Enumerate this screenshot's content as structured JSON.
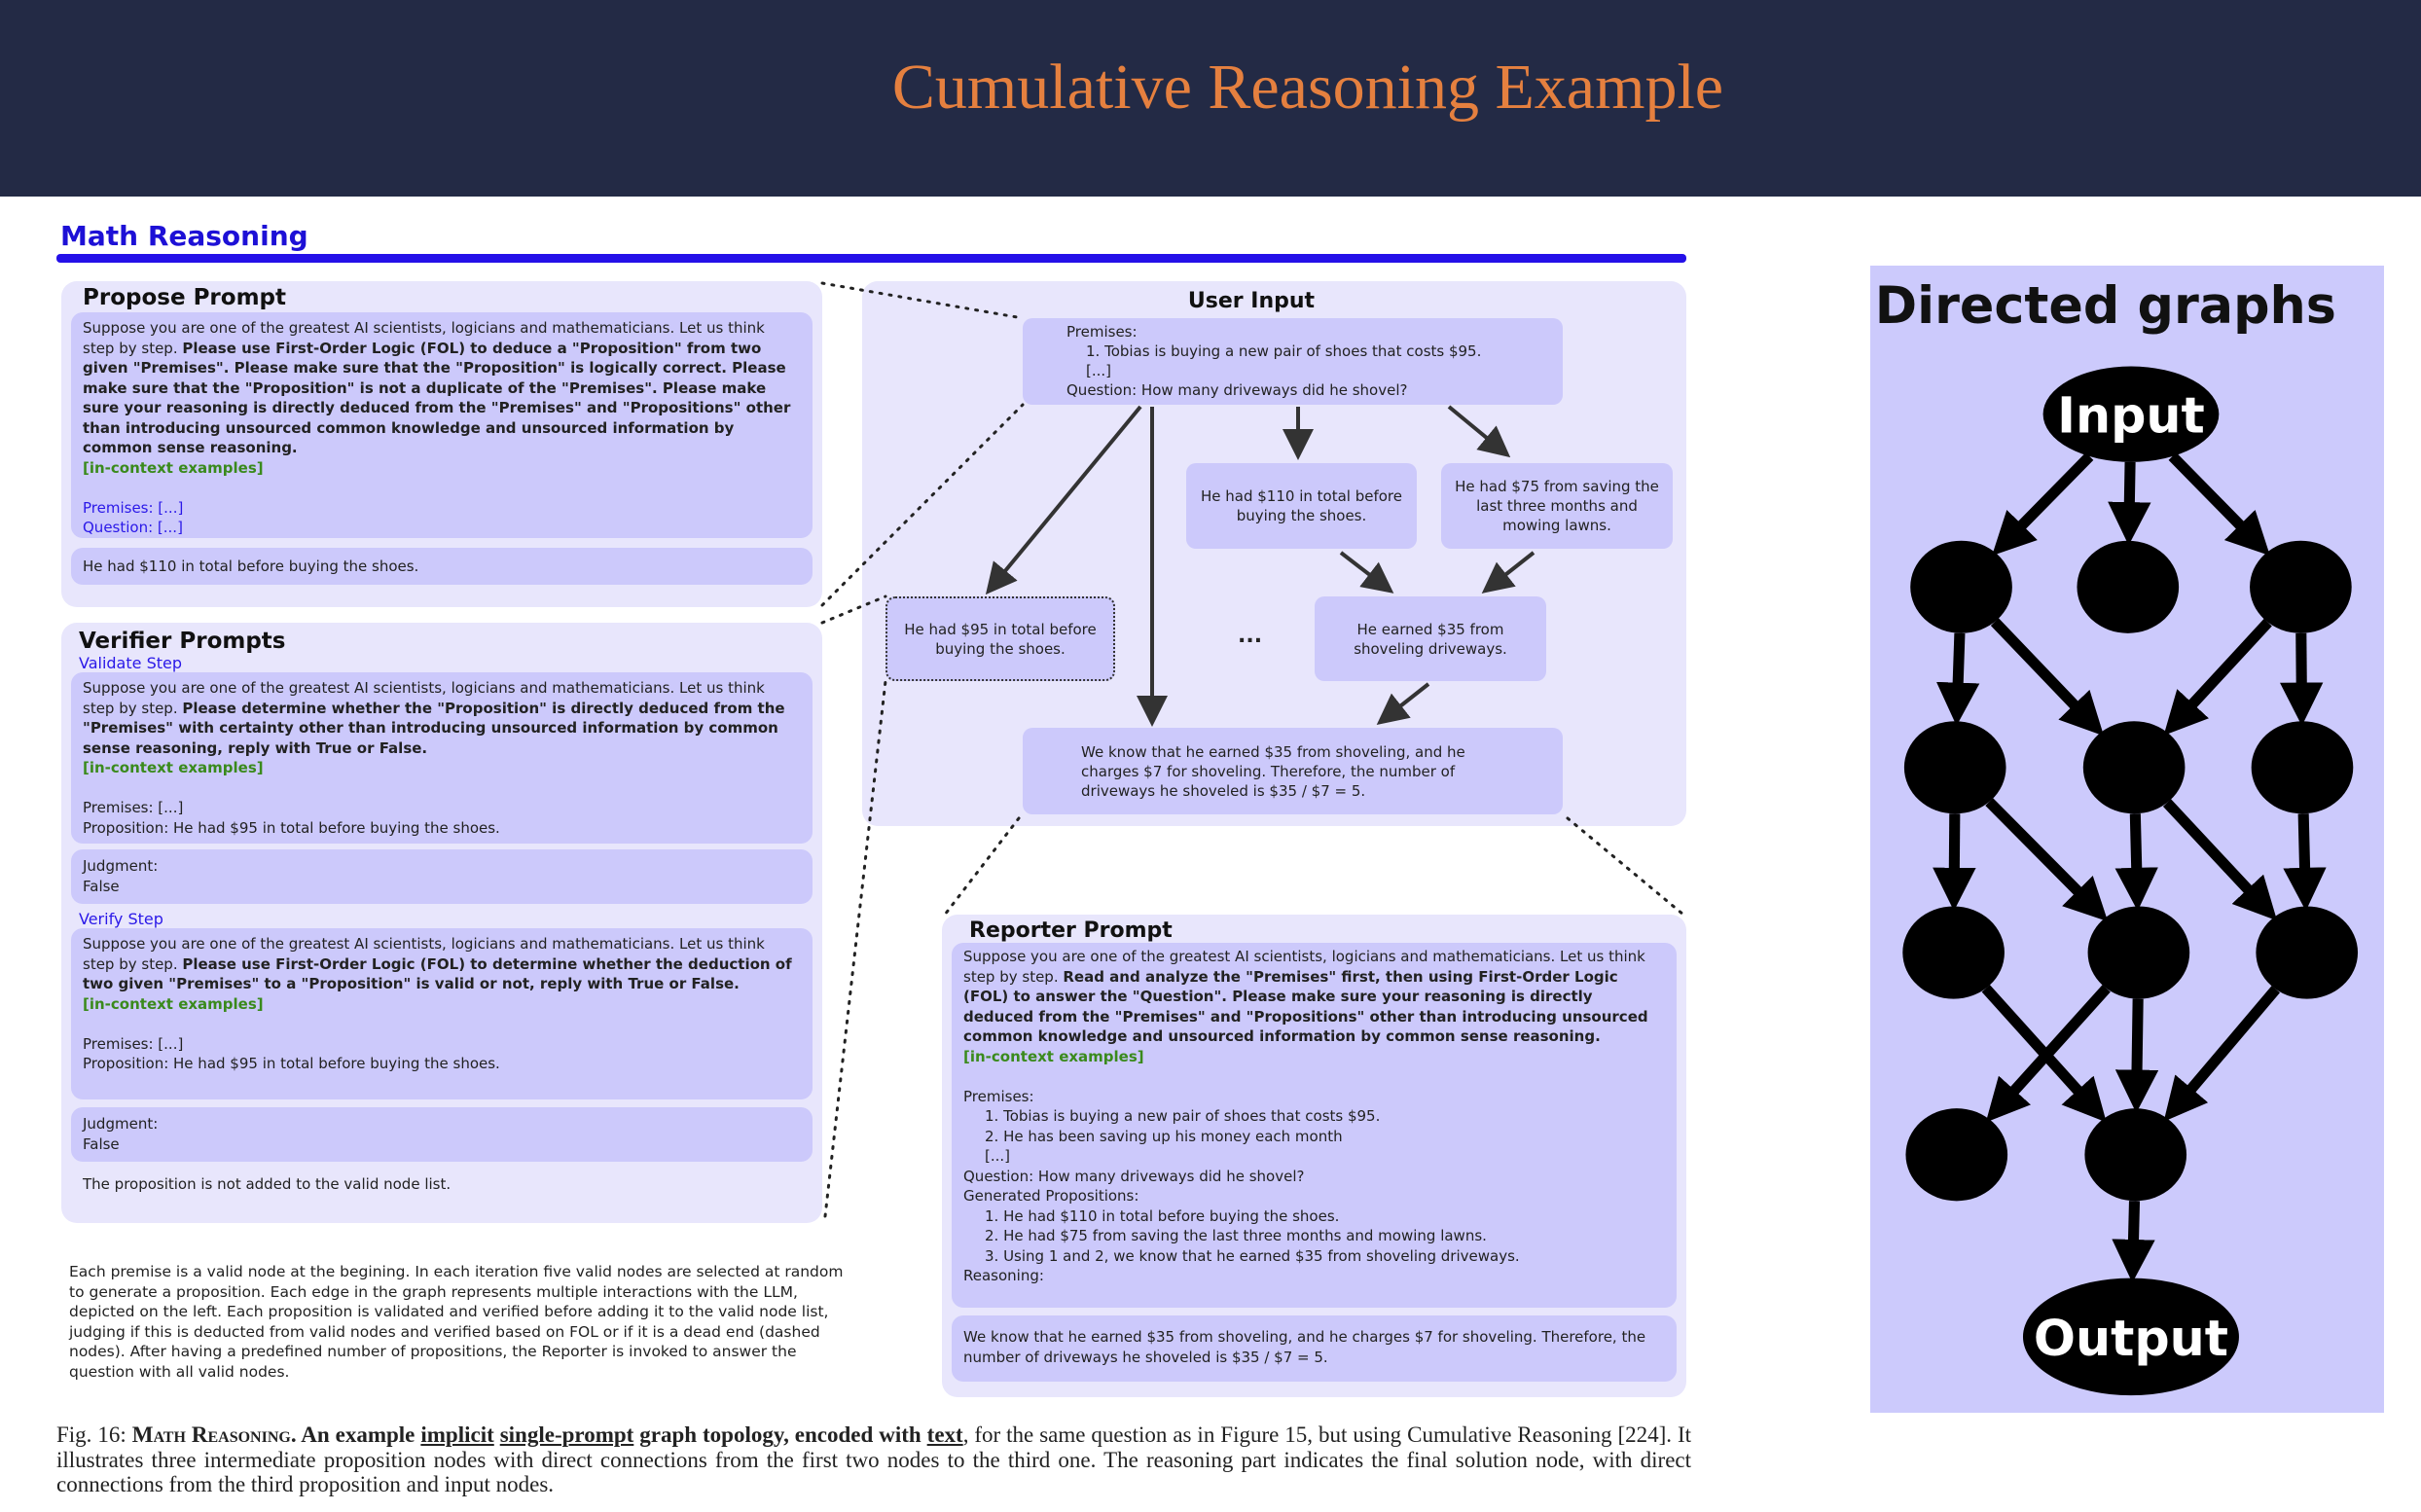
{
  "slide_title": "Cumulative Reasoning Example",
  "section_title": "Math Reasoning",
  "propose": {
    "title": "Propose Prompt",
    "intro": "Suppose you are one of the greatest AI scientists, logicians and mathematicians. Let us think step by step. ",
    "bold": "Please use First-Order Logic (FOL) to deduce a \"Proposition\" from two given \"Premises\". Please make sure that the \"Proposition\" is logically correct. Please make sure that the \"Proposition\" is not a duplicate of the \"Premises\". Please make sure your reasoning is directly deduced from the \"Premises\" and \"Propositions\" other than introducing unsourced common knowledge and unsourced information by common sense reasoning.",
    "examples": "[in-context examples]",
    "premises": "Premises: [...]",
    "question": "Question: [...]",
    "output": "He had $110 in total before buying the shoes."
  },
  "verifier": {
    "title": "Verifier Prompts",
    "validate_label": "Validate Step",
    "validate_intro": "Suppose you are one of the greatest AI scientists, logicians and mathematicians. Let us think step by step. ",
    "validate_bold": "Please determine whether the \"Proposition\" is directly deduced from the \"Premises\" with certainty other than introducing unsourced information by common sense reasoning, reply with True or False.",
    "verify_label": "Verify Step",
    "verify_intro": "Suppose you are one of the greatest AI scientists, logicians and mathematicians. Let us think step by step. ",
    "verify_bold": "Please use First-Order Logic (FOL) to determine whether the deduction of two given \"Premises\" to a \"Proposition\" is valid or not, reply with True or False.",
    "examples": "[in-context examples]",
    "premises": "Premises: [...]",
    "proposition": "Proposition: He had $95 in total before buying the shoes.",
    "judgment_label": "Judgment:",
    "judgment_value": "False",
    "footer": "The proposition is not added to the valid node list."
  },
  "user_input": {
    "title": "User Input",
    "premises_label": "Premises:",
    "premise_1": "1. Tobias is buying a new pair of shoes that costs $95.",
    "ellipsis": "[...]",
    "question": "Question: How many driveways did he shovel?",
    "node_110": "He had $110 in total before buying the shoes.",
    "node_75": "He had $75 from saving the last three months and mowing lawns.",
    "node_95": "He had $95 in total before buying the shoes.",
    "dots": "...",
    "node_35": "He earned $35 from shoveling driveways.",
    "final": "We know that he earned $35 from shoveling, and he charges $7 for shoveling. Therefore, the number of driveways he shoveled is $35 / $7 = 5."
  },
  "reporter": {
    "title": "Reporter Prompt",
    "intro": "Suppose you are one of the greatest AI scientists, logicians and mathematicians. Let us think step by step. ",
    "bold": "Read and analyze the \"Premises\" first, then using First-Order Logic (FOL) to answer the \"Question\". Please make sure your reasoning is directly deduced from the \"Premises\" and \"Propositions\" other than introducing unsourced common knowledge and unsourced information by common sense reasoning.",
    "examples": "[in-context examples]",
    "premises_label": "Premises:",
    "premises": [
      "1. Tobias is buying a new pair of shoes that costs $95.",
      "2. He has been saving up his money each month",
      "[...]"
    ],
    "question": "Question: How many driveways did he shovel?",
    "generated_label": "Generated Propositions:",
    "generated": [
      "1. He had $110 in total before buying the shoes.",
      "2. He had $75 from saving the last three months and mowing lawns.",
      "3. Using 1 and 2, we know that he earned $35 from shoveling driveways."
    ],
    "reasoning_label": "Reasoning:",
    "output": "We know that he earned $35 from shoveling, and he charges $7 for shoveling. Therefore, the number of driveways he shoveled is $35 / $7 = 5."
  },
  "description": "Each premise is a valid node at the begining. In each iteration five valid nodes are selected at random to generate a proposition. Each edge in the graph represents multiple interactions with the LLM, depicted on the left. Each proposition is validated and verified before adding it to the valid node list, judging if this is deducted from valid nodes and verified based on FOL or if it is a dead end (dashed nodes). After having a predefined number of propositions, the Reporter is invoked to answer the question with all valid nodes.",
  "caption": {
    "fig": "Fig. 16: ",
    "sc": "Math Reasoning.",
    "b1": " An example ",
    "u1": "implicit",
    "u2": "single-prompt",
    "b2": " graph topology, encoded with ",
    "u3": "text",
    "rest": ", for the same question as in Figure 15, but using Cumulative Reasoning [224]. It illustrates three intermediate proposition nodes with direct connections from the first two nodes to the third one. The reasoning part indicates the final solution node, with direct connections from the third proposition and input nodes."
  },
  "directed_graphs": {
    "title": "Directed graphs",
    "input_label": "Input",
    "output_label": "Output"
  }
}
